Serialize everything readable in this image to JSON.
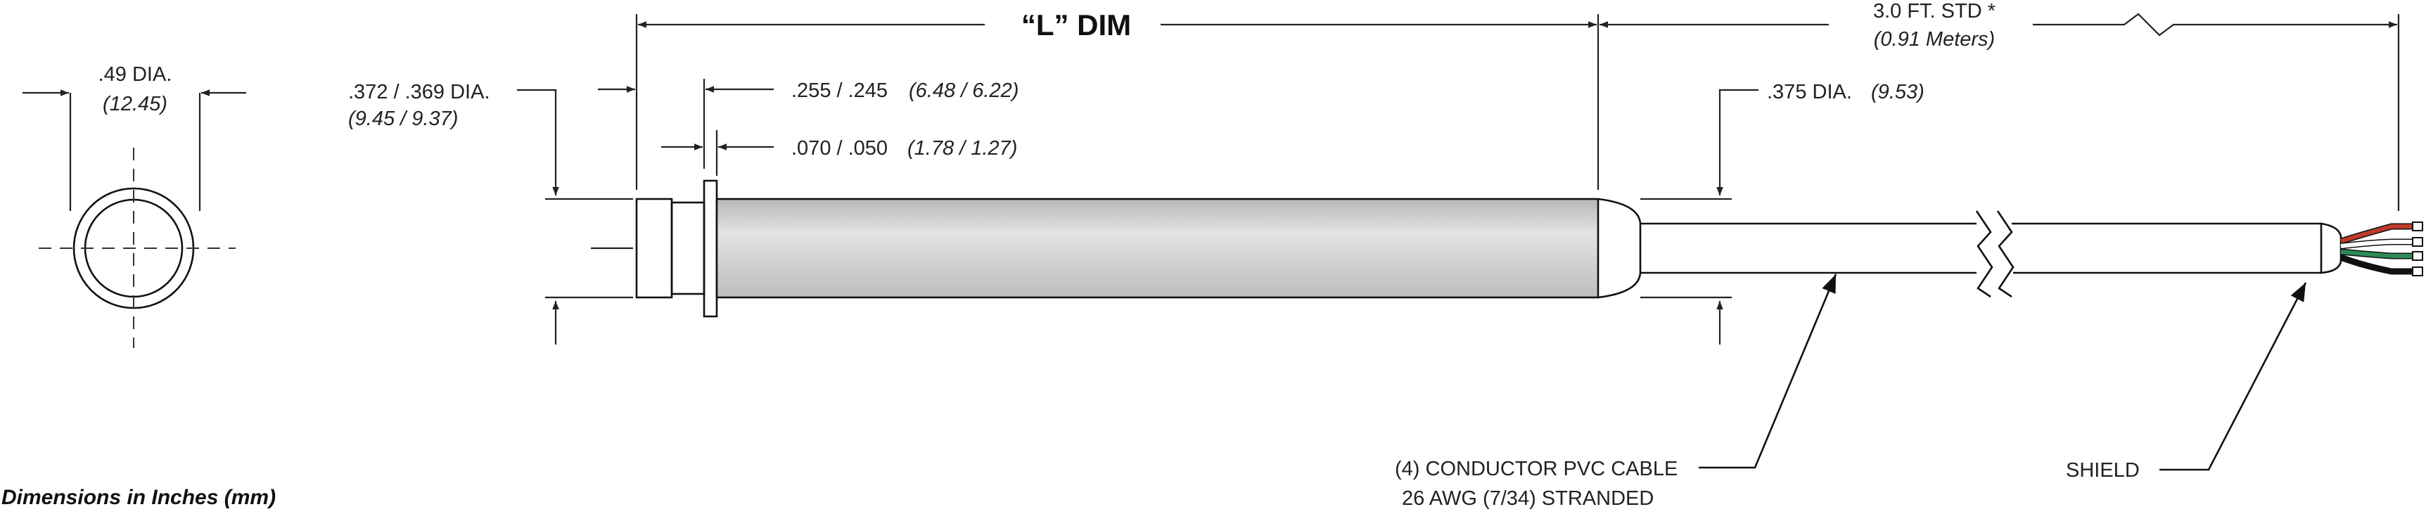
{
  "end_view": {
    "dia_label": ".49 DIA.",
    "dia_mm": "(12.45)"
  },
  "side_view": {
    "l_dim": "“L” DIM",
    "cable_length": "3.0 FT. STD *",
    "cable_length_mm": "(0.91 Meters)",
    "head_dia": ".372 / .369 DIA.",
    "head_dia_mm": "(9.45 / 9.37)",
    "thread_len": ".255 / .245",
    "thread_len_mm": "(6.48 / 6.22)",
    "flange_thk": ".070 / .050",
    "flange_thk_mm": "(1.78 / 1.27)",
    "cable_dia": ".375 DIA.",
    "cable_dia_mm": "(9.53)",
    "cable_desc_line1": "(4) CONDUCTOR PVC CABLE",
    "cable_desc_line2": "26 AWG (7/34) STRANDED",
    "shield_label": "SHIELD"
  },
  "footnote": "Dimensions in Inches (mm)",
  "colors": {
    "probe_body": "#c9c9c9",
    "wire_red": "#c0392b",
    "wire_green": "#2e8b57",
    "wire_black": "#111111",
    "wire_white": "#ffffff"
  }
}
